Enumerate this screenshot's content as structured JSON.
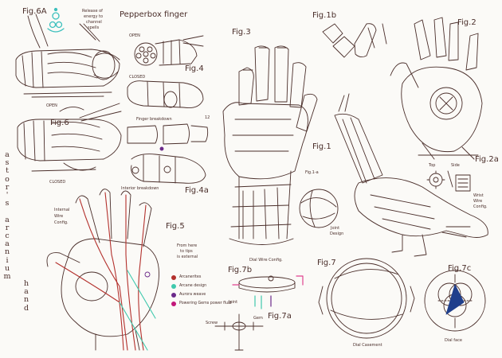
{
  "title": "Pepperbox finger",
  "signature": "astor's arcanium",
  "signature_word2": "hand",
  "figures": {
    "fig6a": "Fig.6A",
    "fig3": "Fig.3",
    "fig1b": "Fig.1b",
    "fig2": "Fig.2",
    "fig4": "Fig.4",
    "fig6": "Fig.6",
    "fig1": "Fig.1",
    "fig2a": "Fig.2a",
    "fig1a": "Fig.1-a",
    "fig4a": "Fig.4a",
    "fig5": "Fig.5",
    "fig7": "Fig.7",
    "fig7c": "Fig.7c",
    "fig7b": "Fig.7b",
    "fig7a": "Fig.7a"
  },
  "notes": {
    "release": [
      "Release of",
      "energy to",
      "channel",
      "spells"
    ],
    "open_top": "OPEN",
    "closed_top": "CLOSED",
    "open_side": "OPEN",
    "closed_side": "CLOSED",
    "finger_breakdown": "Finger breakdown",
    "interior_breakdown": "Interior breakdown",
    "internal_wire": [
      "Internal",
      "Wire",
      "Config."
    ],
    "from_here": [
      "From here",
      "to tips",
      "is external"
    ],
    "dial_wire": "Dial Wire Config.",
    "joint_design": [
      "Joint",
      "Design"
    ],
    "side": "Side",
    "top": "Top",
    "wrist_wire": [
      "Wrist",
      "Wire",
      "Config."
    ],
    "joint": "Joint",
    "screw": "Screw",
    "gem": "Gem",
    "dial_casement": "Dial Casement",
    "dial_face": "Dial face",
    "number_12": "12"
  },
  "legend": [
    {
      "label": "Arcanerites",
      "color": "#b3302c"
    },
    {
      "label": "Arcane design",
      "color": "#3fc9ad"
    },
    {
      "label": "Aurora weave",
      "color": "#6b2a8a"
    },
    {
      "label": "Powering Gems power fluid",
      "color": "#c2187a"
    }
  ],
  "colors": {
    "ink": "#4a2e2a",
    "red_wire": "#b3302c",
    "teal_wire": "#3fc9ad",
    "pink": "#e0428f",
    "blue_hand": "#1f3f8c",
    "logo_teal": "#3cc0bd"
  }
}
